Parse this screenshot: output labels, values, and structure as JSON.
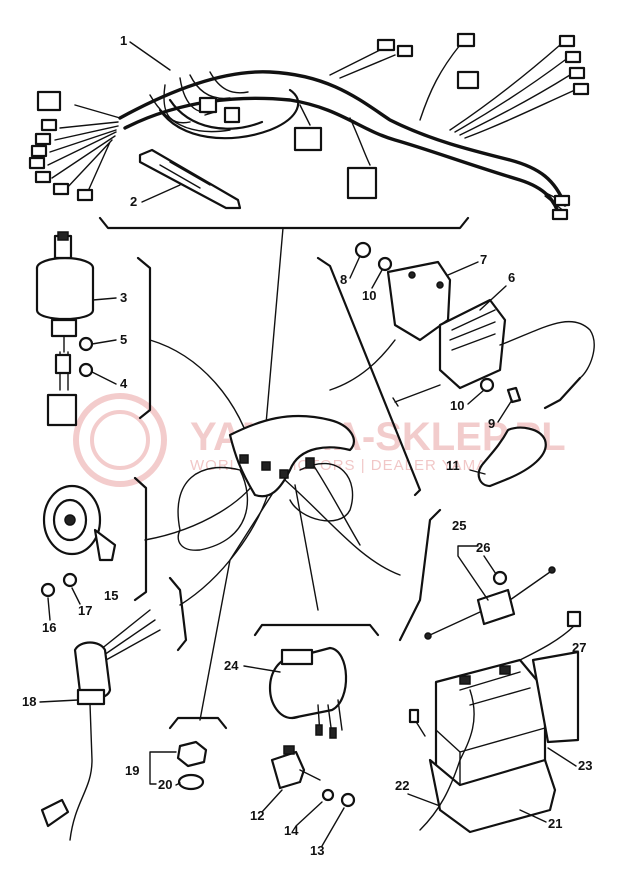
{
  "watermark": {
    "brand": "YAMAHA-SKLEP.PL",
    "tagline": "WORLD OF MOTORS | DEALER YAMAHA"
  },
  "callouts": {
    "p1": "1",
    "p2": "2",
    "p3": "3",
    "p4": "4",
    "p5": "5",
    "p6": "6",
    "p7": "7",
    "p8": "8",
    "p9": "9",
    "p10a": "10",
    "p10b": "10",
    "p11": "11",
    "p12": "12",
    "p13": "13",
    "p14": "14",
    "p15": "15",
    "p16": "16",
    "p17": "17",
    "p18": "18",
    "p19": "19",
    "p20": "20",
    "p21": "21",
    "p22": "22",
    "p23": "23",
    "p24": "24",
    "p25": "25",
    "p26": "26",
    "p27": "27"
  }
}
